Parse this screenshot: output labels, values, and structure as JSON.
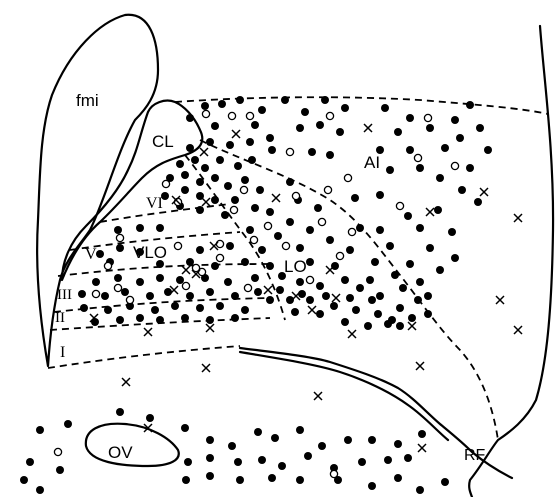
{
  "labels": {
    "fmi": "fmi",
    "cl": "CL",
    "ai": "AI",
    "lo": "LO",
    "vlo": "VLO",
    "layer_vi": "VI",
    "layer_v": "V",
    "layer_iii": "III",
    "layer_ii": "II",
    "layer_i": "I",
    "ov": "OV",
    "rf": "RF"
  },
  "legend_symbols": [
    "filled-circle",
    "open-circle",
    "cross"
  ],
  "colors": {
    "ink": "#000000",
    "background": "#ffffff"
  }
}
